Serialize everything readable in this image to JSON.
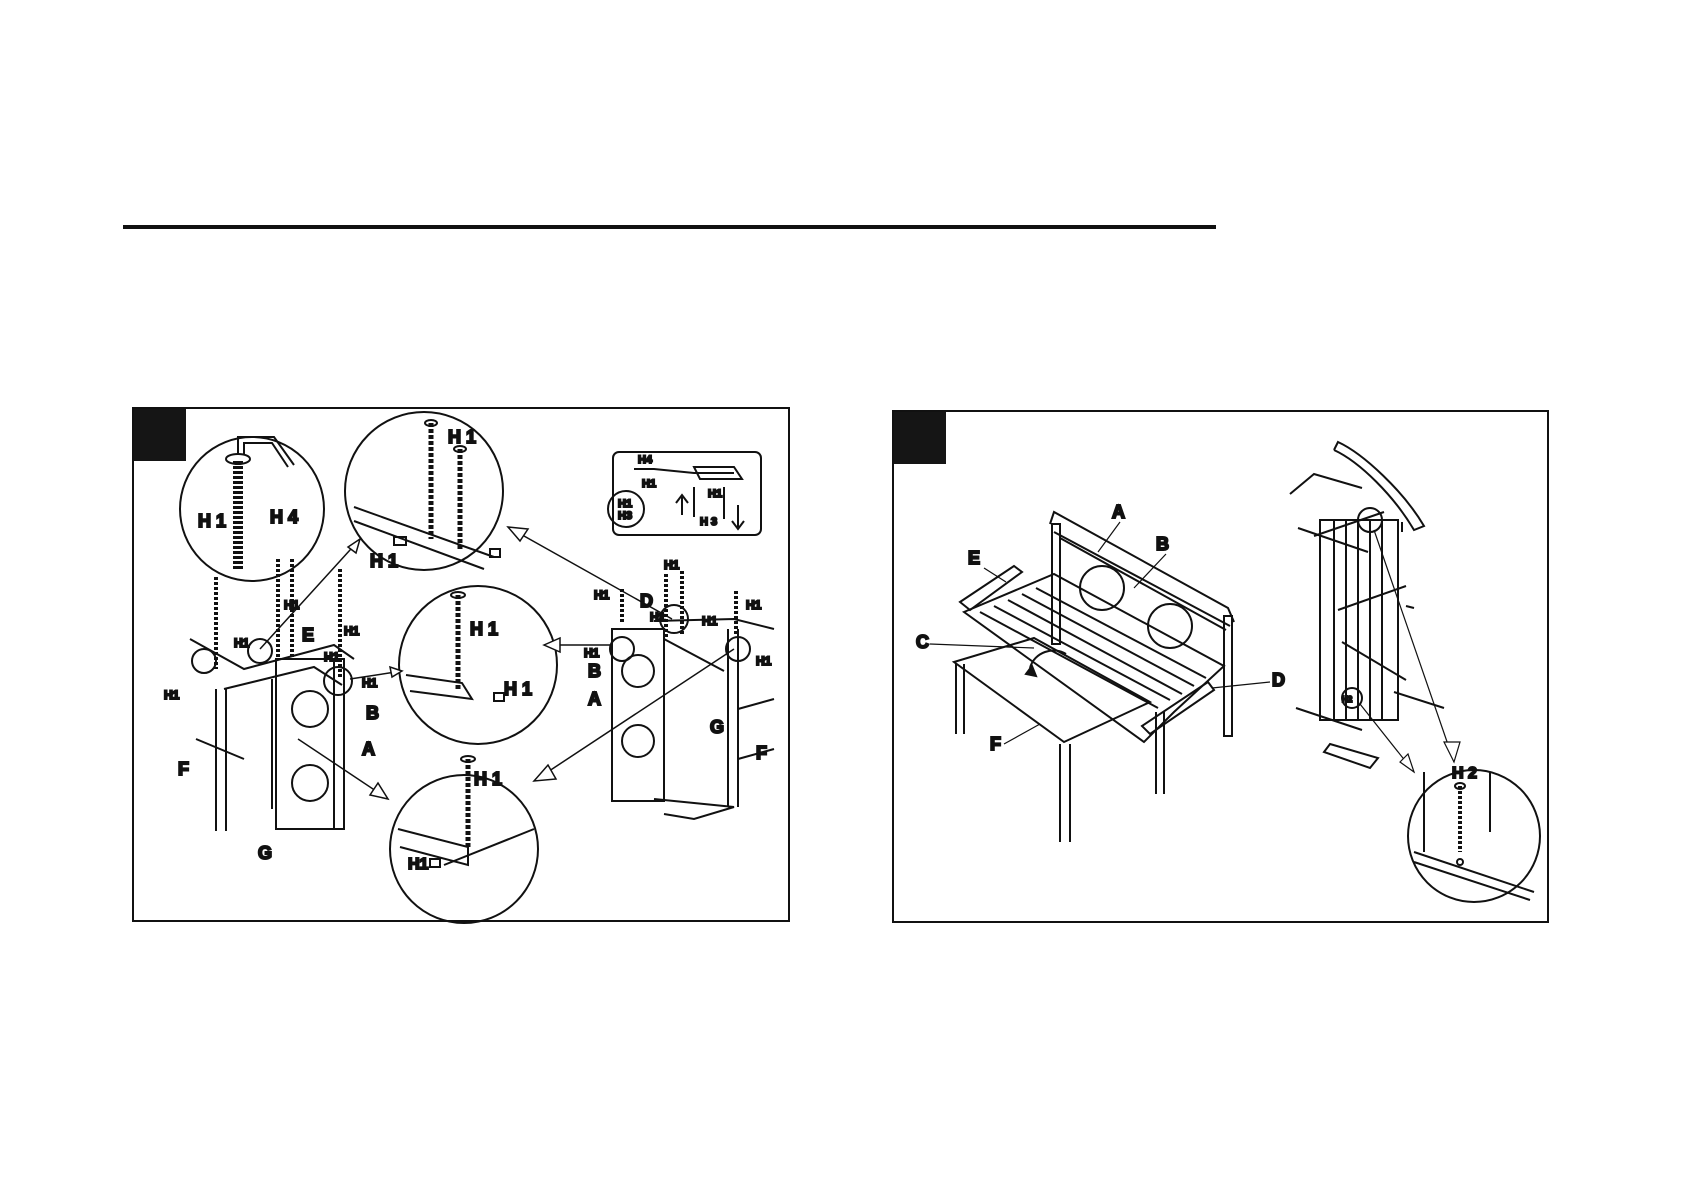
{
  "left_step": {
    "labels": {
      "h1": "H 1",
      "h4": "H 4",
      "h1_small": "H1",
      "h3": "H 3",
      "h3_small": "H3",
      "h4_small": "H4",
      "a": "A",
      "b": "B",
      "d": "D",
      "e": "E",
      "f": "F",
      "g": "G"
    }
  },
  "right_step": {
    "labels": {
      "a": "A",
      "b": "B",
      "c": "C",
      "d": "D",
      "e": "E",
      "f": "F",
      "h2": "H 2",
      "h2_small": "H2"
    }
  }
}
